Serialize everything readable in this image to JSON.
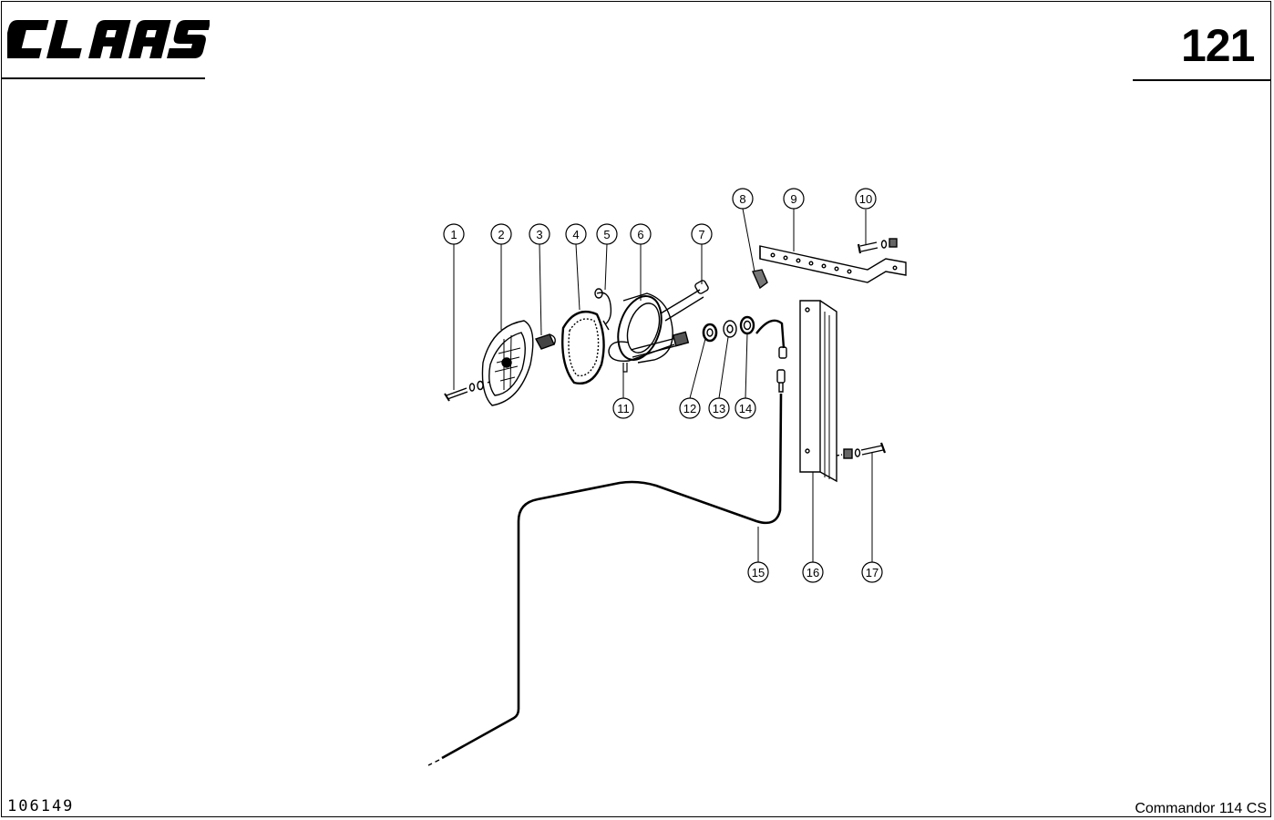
{
  "header": {
    "logo_text": "CLAAS",
    "page_number": "121"
  },
  "footer": {
    "drawing_number": "106149",
    "model": "Commandor 114 CS"
  },
  "callouts": [
    {
      "label": "1"
    },
    {
      "label": "2"
    },
    {
      "label": "3"
    },
    {
      "label": "4"
    },
    {
      "label": "5"
    },
    {
      "label": "6"
    },
    {
      "label": "7"
    },
    {
      "label": "8"
    },
    {
      "label": "9"
    },
    {
      "label": "10"
    },
    {
      "label": "11"
    },
    {
      "label": "12"
    },
    {
      "label": "13"
    },
    {
      "label": "14"
    },
    {
      "label": "15"
    },
    {
      "label": "16"
    },
    {
      "label": "17"
    }
  ]
}
